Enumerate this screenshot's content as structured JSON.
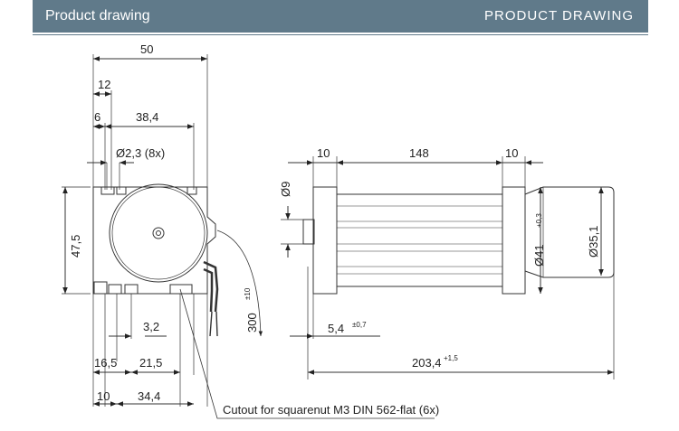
{
  "header": {
    "left_title": "Product drawing",
    "right_title": "PRODUCT DRAWING"
  },
  "front_view": {
    "width": "50",
    "hole_offset": "12",
    "left_offset": "6",
    "hole_spacing": "38,4",
    "hole_diameter": "Ø2,3 (8x)",
    "height": "47,5",
    "bottom_small": "3,2",
    "bottom_left": "16,5",
    "bottom_right": "21,5",
    "bottom_left2": "10",
    "bottom_right2": "34,4",
    "cable_length": "300",
    "cable_tolerance": "±10"
  },
  "side_view": {
    "left_flange": "10",
    "body_length": "148",
    "right_flange": "10",
    "shaft_diameter": "Ø9",
    "flange_diameter": "Ø41",
    "flange_tolerance": "+0,3",
    "motor_diameter": "Ø35,1",
    "offset": "5,4",
    "offset_tolerance": "±0,7",
    "total_length": "203,4",
    "total_tolerance": "+1,5"
  },
  "note": "Cutout for squarenut M3 DIN 562-flat (6x)"
}
